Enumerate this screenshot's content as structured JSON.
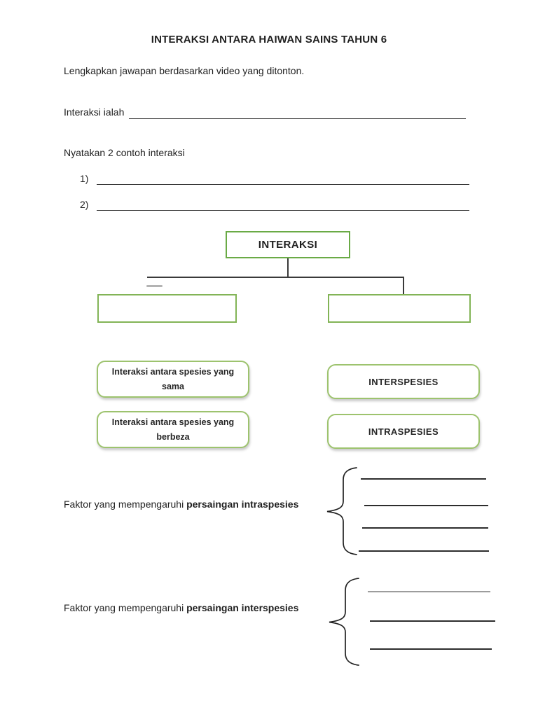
{
  "page": {
    "title": "INTERAKSI ANTARA HAIWAN SAINS TAHUN 6",
    "instruction": "Lengkapkan jawapan berdasarkan video yang ditonton.",
    "definition_label": "Interaksi ialah",
    "examples_label": "Nyatakan 2 contoh interaksi",
    "example_numbers": [
      "1)",
      "2)"
    ]
  },
  "diagram": {
    "root_label": "INTERAKSI",
    "cards": [
      {
        "label": "Interaksi antara spesies yang sama"
      },
      {
        "label": "INTERSPESIES"
      },
      {
        "label": "Interaksi antara spesies yang berbeza"
      },
      {
        "label": "INTRASPESIES"
      }
    ]
  },
  "factors": [
    {
      "prefix": "Faktor yang mempengaruhi",
      "bold_term": "persaingan intraspesies",
      "blank_lines": 4
    },
    {
      "prefix": "Faktor yang mempengaruhi",
      "bold_term": "persaingan interspesies",
      "blank_lines": 3
    }
  ],
  "colors": {
    "box-border-green": "#6aaa46",
    "card-border-green": "#9dc36e",
    "ink": "#1f1f1f",
    "line-dark": "#2d2d2d",
    "line-light": "#9d9d9d",
    "dash-gray": "#b3b3b3"
  }
}
